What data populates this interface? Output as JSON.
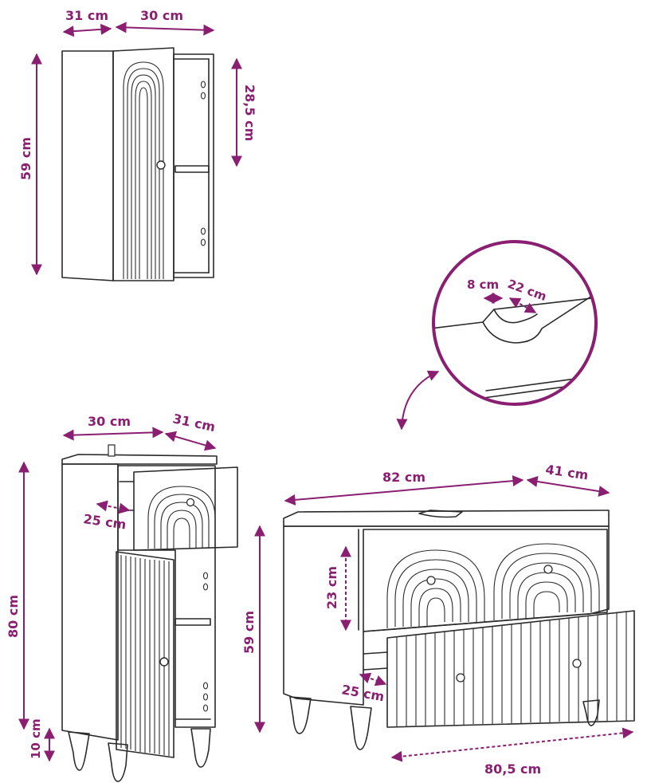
{
  "diagram": {
    "accent_color": "#8a1f72",
    "line_color": "#2a2a2a",
    "wall_cabinet": {
      "depth_label": "31 cm",
      "width_label": "30 cm",
      "height_label": "59 cm",
      "shelf_label": "28,5 cm"
    },
    "cutout_detail": {
      "width_label": "8 cm",
      "depth_label": "22 cm"
    },
    "side_cabinet": {
      "width_label": "30 cm",
      "depth_label": "31 cm",
      "height_label": "80 cm",
      "drawer_label": "25 cm",
      "legs_label": "10 cm"
    },
    "vanity_cabinet": {
      "width_label": "82 cm",
      "depth_label": "41 cm",
      "height_label": "59 cm",
      "drawer_height_label": "23 cm",
      "drawer_depth_label": "25 cm",
      "drawer_width_label": "80,5 cm"
    }
  }
}
